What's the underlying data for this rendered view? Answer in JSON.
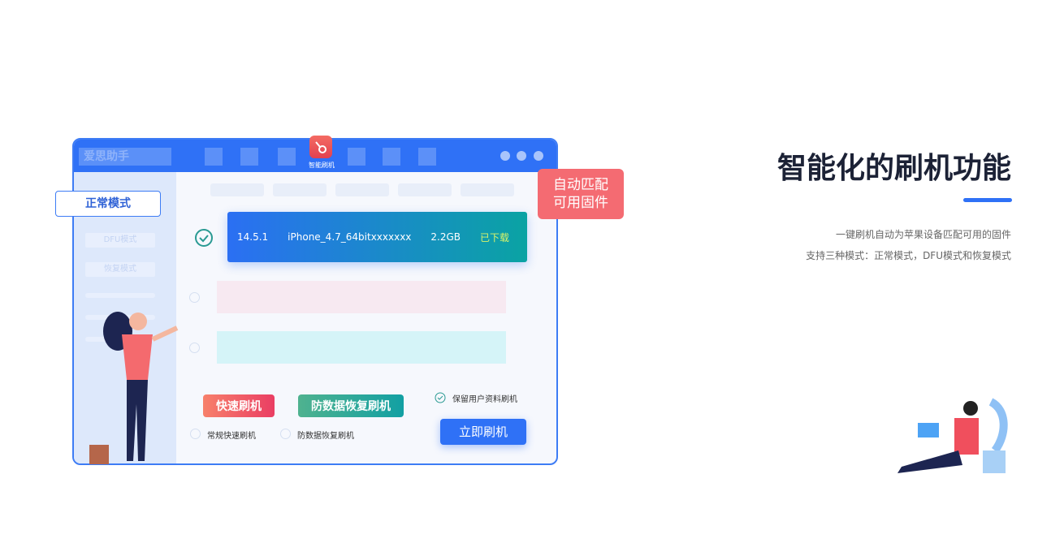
{
  "hero": {
    "title": "智能化的刷机功能",
    "description_lines": [
      "一键刷机自动为苹果设备匹配可用的固件",
      "支持三种模式：正常模式，DFU模式和恢复模式"
    ],
    "accent_color": "#2f71f6"
  },
  "illustration": {
    "app_logo": "爱思助手",
    "active_tool_label": "智能刷机",
    "sidebar": {
      "modes": [
        "DFU模式",
        "恢复模式"
      ]
    },
    "callout_mode": "正常模式",
    "callout_auto": [
      "自动匹配",
      "可用固件"
    ],
    "firmware": {
      "version": "14.5.1",
      "name": "iPhone_4.7_64bitxxxxxxx",
      "size": "2.2GB",
      "status": "已下载"
    },
    "tags": {
      "quick": "快速刷机",
      "anti_loss": "防数据恢复刷机"
    },
    "options": {
      "quick": "常规快速刷机",
      "anti_loss": "防数据恢复刷机",
      "keep_data": "保留用户资料刷机"
    },
    "flash_button": "立即刷机"
  }
}
